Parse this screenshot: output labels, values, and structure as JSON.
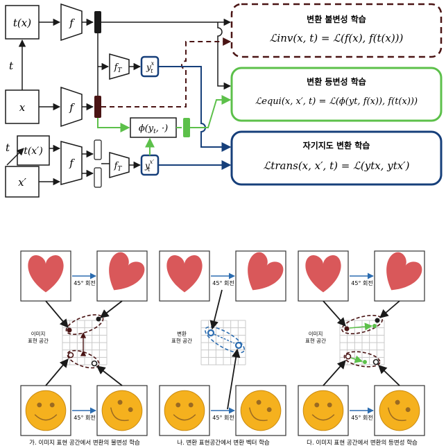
{
  "colors": {
    "brown": "#4a1414",
    "green": "#5cc04a",
    "navy": "#163f7a",
    "dark": "#1a1a1a",
    "heart": "#d9585a",
    "smiley": "#f5b11e",
    "grid": "#c8c8c8",
    "blue_arrow": "#2b6cb0"
  },
  "top": {
    "input_x": "x",
    "input_tx": "t(x)",
    "input_xp": "x′",
    "input_txp": "t(x′)",
    "t_label_1": "t",
    "t_label_2": "t",
    "f_label": "f",
    "fT_label": "f",
    "fT_sub": "T",
    "phi_label": "ϕ(y",
    "phi_sub": "t",
    "phi_rest": ", ·)",
    "y_label": "y",
    "y_sub": "t",
    "y_sup_x": "x",
    "y_sup_xp": "x′",
    "boxes": {
      "invariance": {
        "title": "변환 불변성 학습",
        "formula": "ℒinv(x, t) = ℒ(f(x), f(t(x)))"
      },
      "equivariance": {
        "title": "변환 등변성 학습",
        "formula": "ℒequi(x, x′, t) = ℒ(ϕ(yt, f(x)), f(t(x)))"
      },
      "selfsup": {
        "title": "자기지도 변환 학습",
        "formula": "ℒtrans(x, x′, t) = ℒ(ytx, ytx′)"
      }
    }
  },
  "bottom": {
    "rotation_label": "45° 회전",
    "space_label_a_1": "이미지",
    "space_label_a_2": "표현 공간",
    "space_label_b_1": "변환",
    "space_label_b_2": "표현 공간",
    "space_label_c_1": "이미지",
    "space_label_c_2": "표현 공간",
    "captions": [
      "가. 이미지 표현 공간에서 변환의 불변성 학습",
      "나. 변환 표현공간에서 변환 벡터 학습",
      "다. 이미지 표현 공간에서 변환의 등변성 학습"
    ]
  }
}
